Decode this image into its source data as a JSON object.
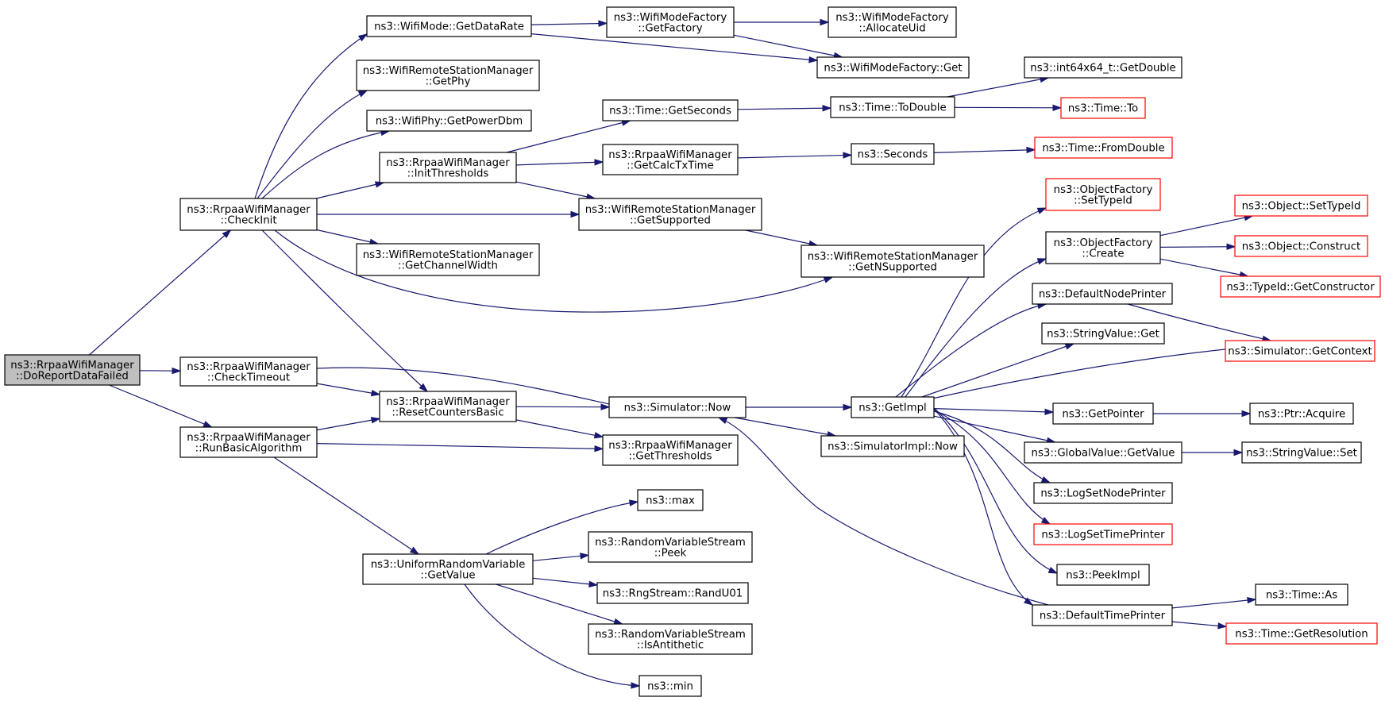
{
  "colors": {
    "edge": "#191970",
    "node_border": "#000000",
    "node_border_external": "#ff0000",
    "root_fill": "#bfbfbf"
  },
  "nodes": [
    {
      "id": "doreport",
      "lines": [
        "ns3::RrpaaWifiManager",
        "::DoReportDataFailed"
      ],
      "style": "root"
    },
    {
      "id": "checkinit",
      "lines": [
        "ns3::RrpaaWifiManager",
        "::CheckInit"
      ],
      "style": "normal"
    },
    {
      "id": "checktimeout",
      "lines": [
        "ns3::RrpaaWifiManager",
        "::CheckTimeout"
      ],
      "style": "normal"
    },
    {
      "id": "runbasic",
      "lines": [
        "ns3::RrpaaWifiManager",
        "::RunBasicAlgorithm"
      ],
      "style": "normal"
    },
    {
      "id": "getdatarate",
      "lines": [
        "ns3::WifiMode::GetDataRate"
      ],
      "style": "normal"
    },
    {
      "id": "getphy",
      "lines": [
        "ns3::WifiRemoteStationManager",
        "::GetPhy"
      ],
      "style": "normal"
    },
    {
      "id": "getpowerdbm",
      "lines": [
        "ns3::WifiPhy::GetPowerDbm"
      ],
      "style": "normal"
    },
    {
      "id": "initthresholds",
      "lines": [
        "ns3::RrpaaWifiManager",
        "::InitThresholds"
      ],
      "style": "normal"
    },
    {
      "id": "getchannelwidth",
      "lines": [
        "ns3::WifiRemoteStationManager",
        "::GetChannelWidth"
      ],
      "style": "normal"
    },
    {
      "id": "resetcounters",
      "lines": [
        "ns3::RrpaaWifiManager",
        "::ResetCountersBasic"
      ],
      "style": "normal"
    },
    {
      "id": "urvgetvalue",
      "lines": [
        "ns3::UniformRandomVariable",
        "::GetValue"
      ],
      "style": "normal"
    },
    {
      "id": "getfactory",
      "lines": [
        "ns3::WifiModeFactory",
        "::GetFactory"
      ],
      "style": "normal"
    },
    {
      "id": "timegetseconds",
      "lines": [
        "ns3::Time::GetSeconds"
      ],
      "style": "normal"
    },
    {
      "id": "getcalctxtime",
      "lines": [
        "ns3::RrpaaWifiManager",
        "::GetCalcTxTime"
      ],
      "style": "normal"
    },
    {
      "id": "getsupported",
      "lines": [
        "ns3::WifiRemoteStationManager",
        "::GetSupported"
      ],
      "style": "normal"
    },
    {
      "id": "simnow",
      "lines": [
        "ns3::Simulator::Now"
      ],
      "style": "normal"
    },
    {
      "id": "getthresholds",
      "lines": [
        "ns3::RrpaaWifiManager",
        "::GetThresholds"
      ],
      "style": "normal"
    },
    {
      "id": "max",
      "lines": [
        "ns3::max"
      ],
      "style": "normal"
    },
    {
      "id": "peek",
      "lines": [
        "ns3::RandomVariableStream",
        "::Peek"
      ],
      "style": "normal"
    },
    {
      "id": "randu01",
      "lines": [
        "ns3::RngStream::RandU01"
      ],
      "style": "normal"
    },
    {
      "id": "isantithetic",
      "lines": [
        "ns3::RandomVariableStream",
        "::IsAntithetic"
      ],
      "style": "normal"
    },
    {
      "id": "min",
      "lines": [
        "ns3::min"
      ],
      "style": "normal"
    },
    {
      "id": "allocateuid",
      "lines": [
        "ns3::WifiModeFactory",
        "::AllocateUid"
      ],
      "style": "normal"
    },
    {
      "id": "wmfget",
      "lines": [
        "ns3::WifiModeFactory::Get"
      ],
      "style": "normal"
    },
    {
      "id": "todouble",
      "lines": [
        "ns3::Time::ToDouble"
      ],
      "style": "normal"
    },
    {
      "id": "seconds",
      "lines": [
        "ns3::Seconds"
      ],
      "style": "normal"
    },
    {
      "id": "getnsupported",
      "lines": [
        "ns3::WifiRemoteStationManager",
        "::GetNSupported"
      ],
      "style": "normal"
    },
    {
      "id": "getimpl",
      "lines": [
        "ns3::GetImpl"
      ],
      "style": "normal"
    },
    {
      "id": "simimplnow",
      "lines": [
        "ns3::SimulatorImpl::Now"
      ],
      "style": "normal"
    },
    {
      "id": "defaulttimeprinter",
      "lines": [
        "ns3::DefaultTimePrinter"
      ],
      "style": "normal"
    },
    {
      "id": "int64getdouble",
      "lines": [
        "ns3::int64x64_t::GetDouble"
      ],
      "style": "normal"
    },
    {
      "id": "timeto",
      "lines": [
        "ns3::Time::To"
      ],
      "style": "external"
    },
    {
      "id": "timefromdouble",
      "lines": [
        "ns3::Time::FromDouble"
      ],
      "style": "external"
    },
    {
      "id": "ofsettypeid",
      "lines": [
        "ns3::ObjectFactory",
        "::SetTypeId"
      ],
      "style": "external"
    },
    {
      "id": "ofcreate",
      "lines": [
        "ns3::ObjectFactory",
        "::Create"
      ],
      "style": "normal"
    },
    {
      "id": "defaultnodeprinter",
      "lines": [
        "ns3::DefaultNodePrinter"
      ],
      "style": "normal"
    },
    {
      "id": "stringvalueget",
      "lines": [
        "ns3::StringValue::Get"
      ],
      "style": "normal"
    },
    {
      "id": "getpointer",
      "lines": [
        "ns3::GetPointer"
      ],
      "style": "normal"
    },
    {
      "id": "gvgetvalue",
      "lines": [
        "ns3::GlobalValue::GetValue"
      ],
      "style": "normal"
    },
    {
      "id": "logsetnodeprinter",
      "lines": [
        "ns3::LogSetNodePrinter"
      ],
      "style": "normal"
    },
    {
      "id": "logsettimeprinter",
      "lines": [
        "ns3::LogSetTimePrinter"
      ],
      "style": "external"
    },
    {
      "id": "peekimpl",
      "lines": [
        "ns3::PeekImpl"
      ],
      "style": "normal"
    },
    {
      "id": "objsettypeid",
      "lines": [
        "ns3::Object::SetTypeId"
      ],
      "style": "external"
    },
    {
      "id": "objconstruct",
      "lines": [
        "ns3::Object::Construct"
      ],
      "style": "external"
    },
    {
      "id": "getconstructor",
      "lines": [
        "ns3::TypeId::GetConstructor"
      ],
      "style": "external"
    },
    {
      "id": "simgetcontext",
      "lines": [
        "ns3::Simulator::GetContext"
      ],
      "style": "external"
    },
    {
      "id": "ptracquire",
      "lines": [
        "ns3::Ptr::Acquire"
      ],
      "style": "normal"
    },
    {
      "id": "stringvalueset",
      "lines": [
        "ns3::StringValue::Set"
      ],
      "style": "normal"
    },
    {
      "id": "timeas",
      "lines": [
        "ns3::Time::As"
      ],
      "style": "normal"
    },
    {
      "id": "timegetresolution",
      "lines": [
        "ns3::Time::GetResolution"
      ],
      "style": "external"
    }
  ],
  "edges": [
    {
      "from": "doreport",
      "to": "checkinit"
    },
    {
      "from": "doreport",
      "to": "checktimeout"
    },
    {
      "from": "doreport",
      "to": "runbasic"
    },
    {
      "from": "checkinit",
      "to": "getdatarate"
    },
    {
      "from": "checkinit",
      "to": "getphy"
    },
    {
      "from": "checkinit",
      "to": "getpowerdbm"
    },
    {
      "from": "checkinit",
      "to": "initthresholds"
    },
    {
      "from": "checkinit",
      "to": "getsupported"
    },
    {
      "from": "checkinit",
      "to": "getchannelwidth"
    },
    {
      "from": "checkinit",
      "to": "getnsupported"
    },
    {
      "from": "checkinit",
      "to": "resetcounters"
    },
    {
      "from": "checktimeout",
      "to": "simnow"
    },
    {
      "from": "checktimeout",
      "to": "resetcounters"
    },
    {
      "from": "runbasic",
      "to": "resetcounters"
    },
    {
      "from": "runbasic",
      "to": "getthresholds"
    },
    {
      "from": "runbasic",
      "to": "urvgetvalue"
    },
    {
      "from": "getdatarate",
      "to": "getfactory"
    },
    {
      "from": "getdatarate",
      "to": "wmfget"
    },
    {
      "from": "getfactory",
      "to": "allocateuid"
    },
    {
      "from": "getfactory",
      "to": "wmfget"
    },
    {
      "from": "initthresholds",
      "to": "timegetseconds"
    },
    {
      "from": "initthresholds",
      "to": "getcalctxtime"
    },
    {
      "from": "initthresholds",
      "to": "getsupported"
    },
    {
      "from": "timegetseconds",
      "to": "todouble"
    },
    {
      "from": "todouble",
      "to": "int64getdouble"
    },
    {
      "from": "todouble",
      "to": "timeto"
    },
    {
      "from": "getcalctxtime",
      "to": "seconds"
    },
    {
      "from": "seconds",
      "to": "timefromdouble"
    },
    {
      "from": "getsupported",
      "to": "getnsupported"
    },
    {
      "from": "resetcounters",
      "to": "simnow"
    },
    {
      "from": "resetcounters",
      "to": "getthresholds"
    },
    {
      "from": "simnow",
      "to": "getimpl"
    },
    {
      "from": "simnow",
      "to": "simimplnow"
    },
    {
      "from": "defaulttimeprinter",
      "to": "simnow"
    },
    {
      "from": "urvgetvalue",
      "to": "max"
    },
    {
      "from": "urvgetvalue",
      "to": "peek"
    },
    {
      "from": "urvgetvalue",
      "to": "randu01"
    },
    {
      "from": "urvgetvalue",
      "to": "isantithetic"
    },
    {
      "from": "urvgetvalue",
      "to": "min"
    },
    {
      "from": "getimpl",
      "to": "ofsettypeid"
    },
    {
      "from": "getimpl",
      "to": "ofcreate"
    },
    {
      "from": "getimpl",
      "to": "defaultnodeprinter"
    },
    {
      "from": "getimpl",
      "to": "stringvalueget"
    },
    {
      "from": "getimpl",
      "to": "getpointer"
    },
    {
      "from": "getimpl",
      "to": "gvgetvalue"
    },
    {
      "from": "getimpl",
      "to": "logsetnodeprinter"
    },
    {
      "from": "getimpl",
      "to": "logsettimeprinter"
    },
    {
      "from": "getimpl",
      "to": "peekimpl"
    },
    {
      "from": "getimpl",
      "to": "defaulttimeprinter"
    },
    {
      "from": "simgetcontext",
      "to": "getimpl"
    },
    {
      "from": "ofcreate",
      "to": "objsettypeid"
    },
    {
      "from": "ofcreate",
      "to": "objconstruct"
    },
    {
      "from": "ofcreate",
      "to": "getconstructor"
    },
    {
      "from": "defaultnodeprinter",
      "to": "simgetcontext"
    },
    {
      "from": "getpointer",
      "to": "ptracquire"
    },
    {
      "from": "gvgetvalue",
      "to": "stringvalueset"
    },
    {
      "from": "defaulttimeprinter",
      "to": "timeas"
    },
    {
      "from": "defaulttimeprinter",
      "to": "timegetresolution"
    }
  ]
}
